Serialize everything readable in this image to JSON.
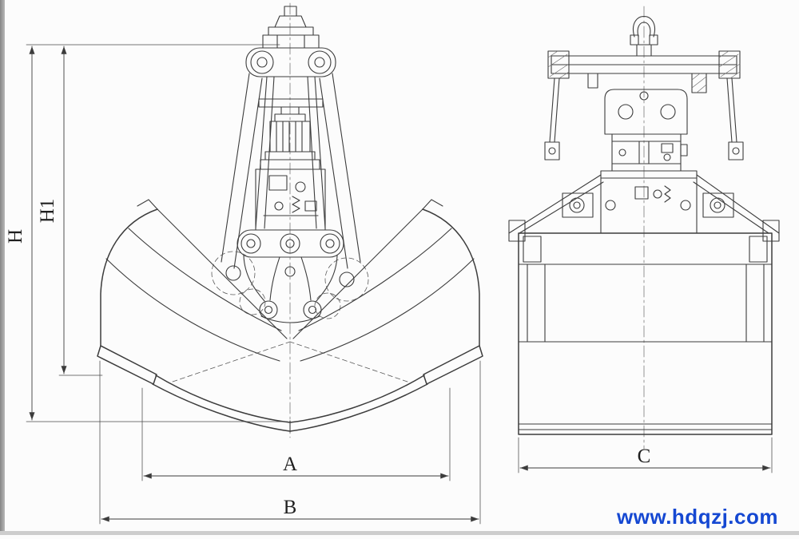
{
  "page": {
    "background": "#fcfcfc",
    "line_color": "#3c3c3c"
  },
  "dimensions": {
    "H": "H",
    "H1": "H1",
    "A": "A",
    "B": "B",
    "C": "C"
  },
  "watermark": {
    "text": "www.hdqzj.com",
    "color": "#1548d2"
  }
}
